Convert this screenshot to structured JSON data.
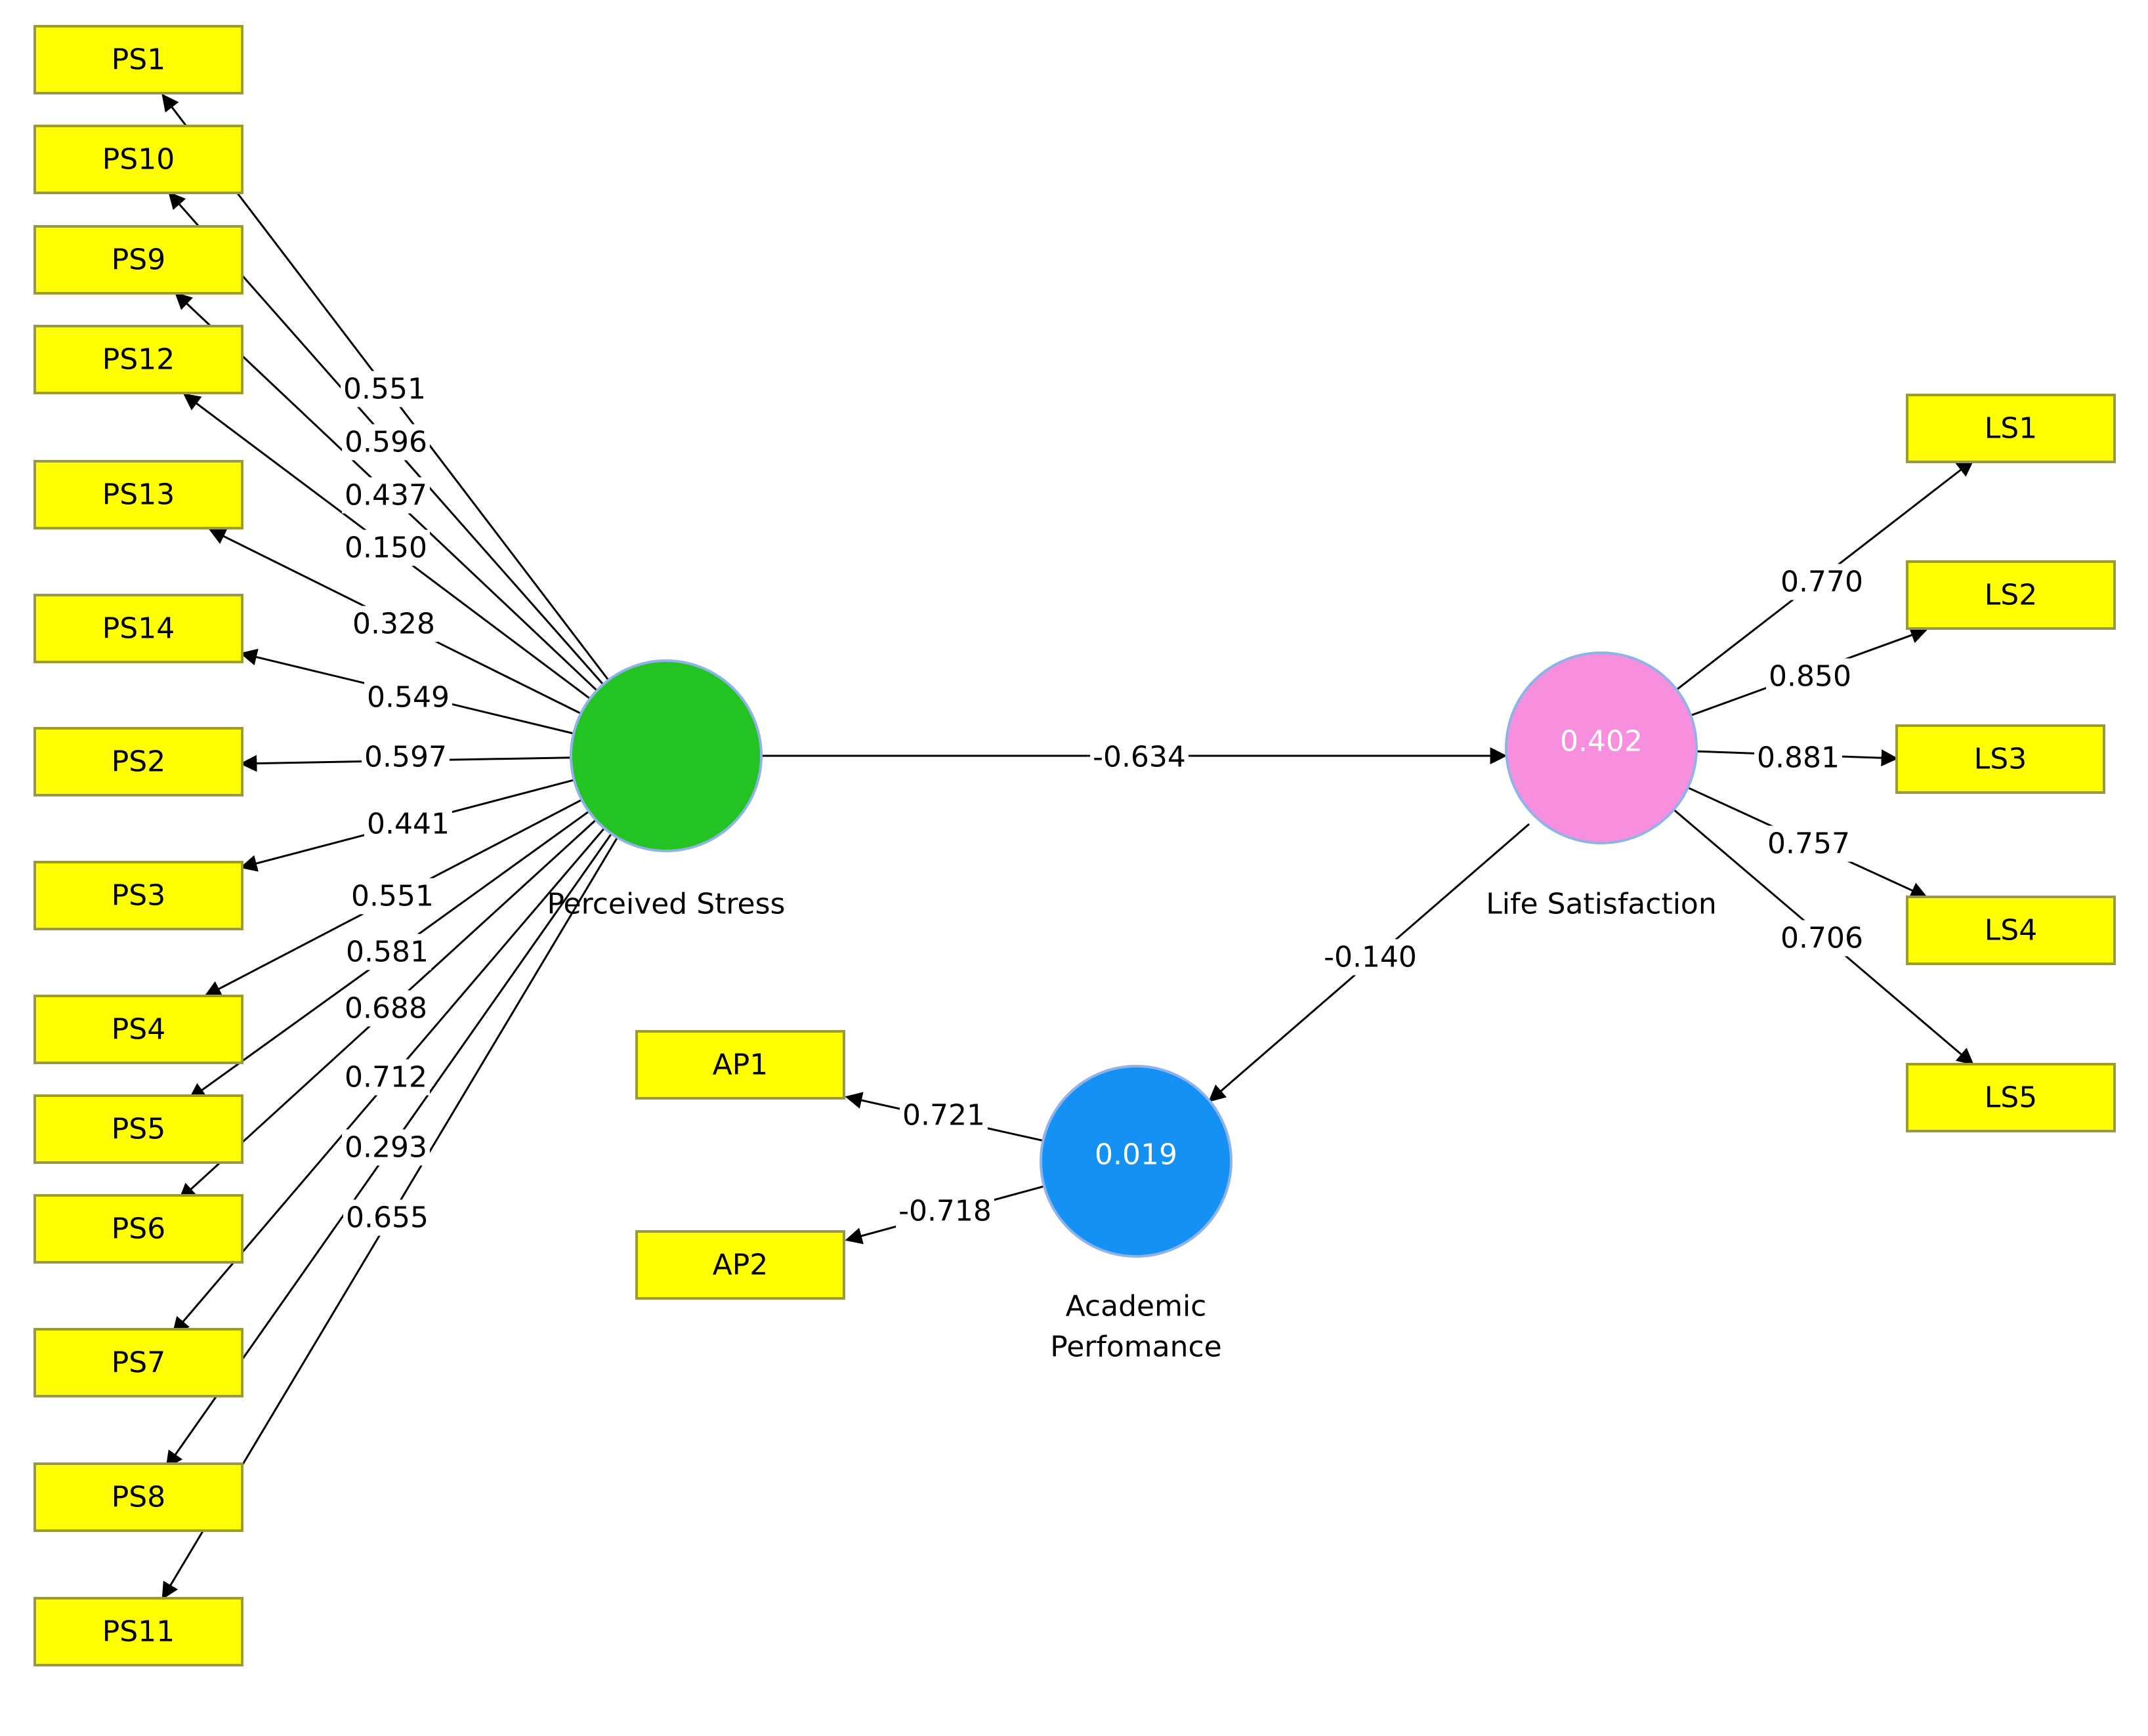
{
  "latent_variables": [
    {
      "id": "PS",
      "name_lines": [
        "Perceived Stress"
      ],
      "value": "",
      "color": "#22c322"
    },
    {
      "id": "LS",
      "name_lines": [
        "Life Satisfaction"
      ],
      "value": "0.402",
      "color": "#f78fde"
    },
    {
      "id": "AP",
      "name_lines": [
        "Academic",
        "Perfomance"
      ],
      "value": "0.019",
      "color": "#1591f5"
    }
  ],
  "indicators": [
    {
      "id": "PS1",
      "label": "PS1",
      "construct": "PS",
      "loading": "0.551"
    },
    {
      "id": "PS10",
      "label": "PS10",
      "construct": "PS",
      "loading": "0.596"
    },
    {
      "id": "PS9",
      "label": "PS9",
      "construct": "PS",
      "loading": "0.437"
    },
    {
      "id": "PS12",
      "label": "PS12",
      "construct": "PS",
      "loading": "0.150"
    },
    {
      "id": "PS13",
      "label": "PS13",
      "construct": "PS",
      "loading": "0.328"
    },
    {
      "id": "PS14",
      "label": "PS14",
      "construct": "PS",
      "loading": "0.549"
    },
    {
      "id": "PS2",
      "label": "PS2",
      "construct": "PS",
      "loading": "0.597"
    },
    {
      "id": "PS3",
      "label": "PS3",
      "construct": "PS",
      "loading": "0.441"
    },
    {
      "id": "PS4",
      "label": "PS4",
      "construct": "PS",
      "loading": "0.551"
    },
    {
      "id": "PS5",
      "label": "PS5",
      "construct": "PS",
      "loading": "0.581"
    },
    {
      "id": "PS6",
      "label": "PS6",
      "construct": "PS",
      "loading": "0.688"
    },
    {
      "id": "PS7",
      "label": "PS7",
      "construct": "PS",
      "loading": "0.712"
    },
    {
      "id": "PS8",
      "label": "PS8",
      "construct": "PS",
      "loading": "0.293"
    },
    {
      "id": "PS11",
      "label": "PS11",
      "construct": "PS",
      "loading": "0.655"
    },
    {
      "id": "LS1",
      "label": "LS1",
      "construct": "LS",
      "loading": "0.770"
    },
    {
      "id": "LS2",
      "label": "LS2",
      "construct": "LS",
      "loading": "0.850"
    },
    {
      "id": "LS3",
      "label": "LS3",
      "construct": "LS",
      "loading": "0.881"
    },
    {
      "id": "LS4",
      "label": "LS4",
      "construct": "LS",
      "loading": "0.757"
    },
    {
      "id": "LS5",
      "label": "LS5",
      "construct": "LS",
      "loading": "0.706"
    },
    {
      "id": "AP1",
      "label": "AP1",
      "construct": "AP",
      "loading": "0.721"
    },
    {
      "id": "AP2",
      "label": "AP2",
      "construct": "AP",
      "loading": "-0.718"
    }
  ],
  "paths": [
    {
      "from": "PS",
      "to": "LS",
      "coefficient": "-0.634"
    },
    {
      "from": "LS",
      "to": "AP",
      "coefficient": "-0.140"
    }
  ]
}
